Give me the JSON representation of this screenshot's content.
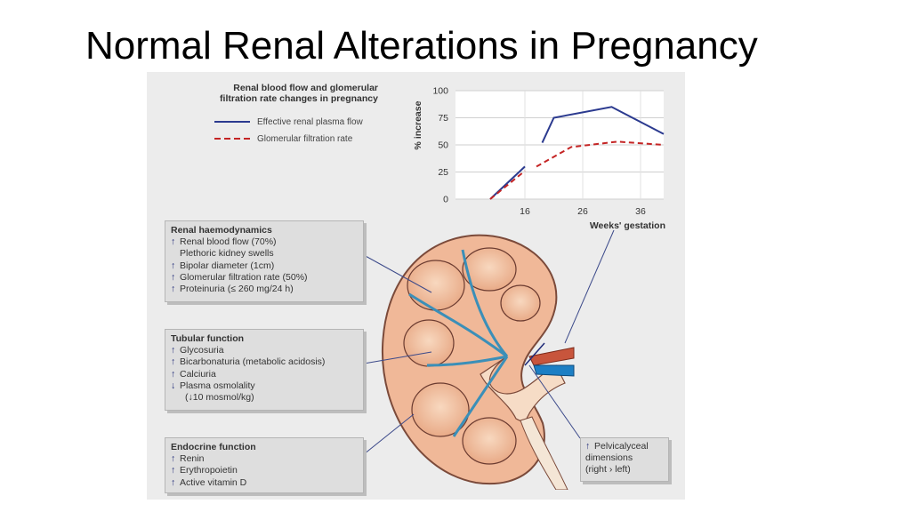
{
  "slide": {
    "title": "Normal Renal Alterations in Pregnancy"
  },
  "figure": {
    "legend_title_line1": "Renal blood flow and glomerular",
    "legend_title_line2": "filtration rate changes in pregnancy",
    "boxes": {
      "haemodynamics": {
        "title": "Renal haemodynamics",
        "items": [
          {
            "arrow": "↑",
            "text": "Renal blood flow (70%)"
          },
          {
            "arrow": "",
            "text": "Plethoric kidney swells"
          },
          {
            "arrow": "↑",
            "text": "Bipolar diameter (1cm)"
          },
          {
            "arrow": "↑",
            "text": "Glomerular filtration rate (50%)"
          },
          {
            "arrow": "↑",
            "text": "Proteinuria (≤ 260 mg/24 h)"
          }
        ]
      },
      "tubular": {
        "title": "Tubular function",
        "items": [
          {
            "arrow": "↑",
            "text": "Glycosuria"
          },
          {
            "arrow": "↑",
            "text": "Bicarbonaturia (metabolic acidosis)"
          },
          {
            "arrow": "↑",
            "text": "Calciuria"
          },
          {
            "arrow": "↓",
            "text": "Plasma osmolality"
          },
          {
            "arrow": "",
            "text": "(↓10 mosmol/kg)"
          }
        ]
      },
      "endocrine": {
        "title": "Endocrine function",
        "items": [
          {
            "arrow": "↑",
            "text": "Renin"
          },
          {
            "arrow": "↑",
            "text": "Erythropoietin"
          },
          {
            "arrow": "↑",
            "text": "Active vitamin D"
          }
        ]
      },
      "pelvicalyceal": {
        "line1": "Pelvicalyceal",
        "line2": "dimensions",
        "line3": "(right › left)",
        "arrow": "↑"
      }
    }
  },
  "chart_data": {
    "type": "line",
    "title": "Renal blood flow and glomerular filtration rate changes in pregnancy",
    "xlabel": "Weeks' gestation",
    "ylabel": "% increase",
    "xlim": [
      4,
      40
    ],
    "ylim": [
      0,
      100
    ],
    "xticks": [
      16,
      26,
      36
    ],
    "yticks": [
      0,
      25,
      50,
      75,
      100
    ],
    "grid": "horizontal",
    "legend": "top-left",
    "series": [
      {
        "name": "Effective renal plasma flow",
        "color": "#2b3a8f",
        "style": "solid",
        "segments": [
          [
            [
              10,
              0
            ],
            [
              16,
              30
            ]
          ],
          [
            [
              19,
              52
            ],
            [
              21,
              75
            ],
            [
              31,
              85
            ],
            [
              40,
              60
            ]
          ]
        ]
      },
      {
        "name": "Glomerular filtration rate",
        "color": "#c42424",
        "style": "dashed",
        "segments": [
          [
            [
              10,
              0
            ],
            [
              16,
              26
            ]
          ],
          [
            [
              18,
              30
            ],
            [
              24,
              48
            ],
            [
              32,
              53
            ],
            [
              40,
              50
            ]
          ]
        ]
      }
    ]
  }
}
